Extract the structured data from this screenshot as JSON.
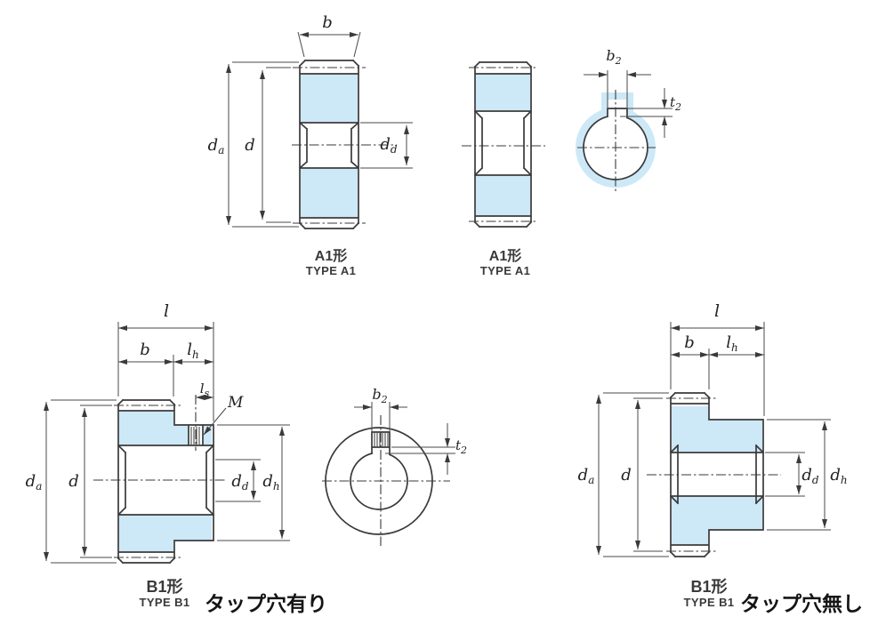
{
  "colors": {
    "fill_blue": "#cde8f7",
    "line": "#3a3a3a",
    "line_thin": "#4a4a4a",
    "text_dark": "#222222"
  },
  "dim_labels": {
    "b": {
      "main": "b",
      "sub": ""
    },
    "b2": {
      "main": "b",
      "sub": "2"
    },
    "t2": {
      "main": "t",
      "sub": "2"
    },
    "l": {
      "main": "l",
      "sub": ""
    },
    "lh": {
      "main": "l",
      "sub": "h"
    },
    "ls": {
      "main": "l",
      "sub": "s"
    },
    "M": {
      "main": "M",
      "sub": ""
    },
    "d": {
      "main": "d",
      "sub": ""
    },
    "da": {
      "main": "d",
      "sub": "a"
    },
    "dd": {
      "main": "d",
      "sub": "d"
    },
    "dh": {
      "main": "d",
      "sub": "h"
    }
  },
  "captions": {
    "a1_left": {
      "type_jp": "A1形",
      "type_en": "TYPE A1"
    },
    "a1_mid": {
      "type_jp": "A1形",
      "type_en": "TYPE A1"
    },
    "b1_left": {
      "type_jp": "B1形",
      "type_en": "TYPE B1",
      "note": "タップ穴有り"
    },
    "b1_right": {
      "type_jp": "B1形",
      "type_en": "TYPE B1",
      "note": "タップ穴無し"
    }
  }
}
